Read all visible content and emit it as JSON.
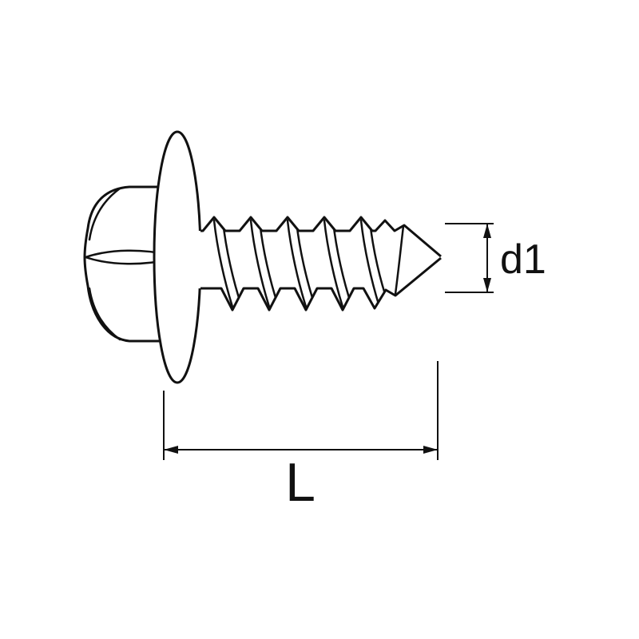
{
  "figure": {
    "type": "technical-drawing",
    "subject": "hex-head-tapping-screw-with-washer-side-view",
    "colors": {
      "line": "#111111",
      "background": "#ffffff"
    },
    "dimensions": {
      "d1": {
        "label": "d1"
      },
      "L": {
        "label": "L"
      }
    }
  }
}
